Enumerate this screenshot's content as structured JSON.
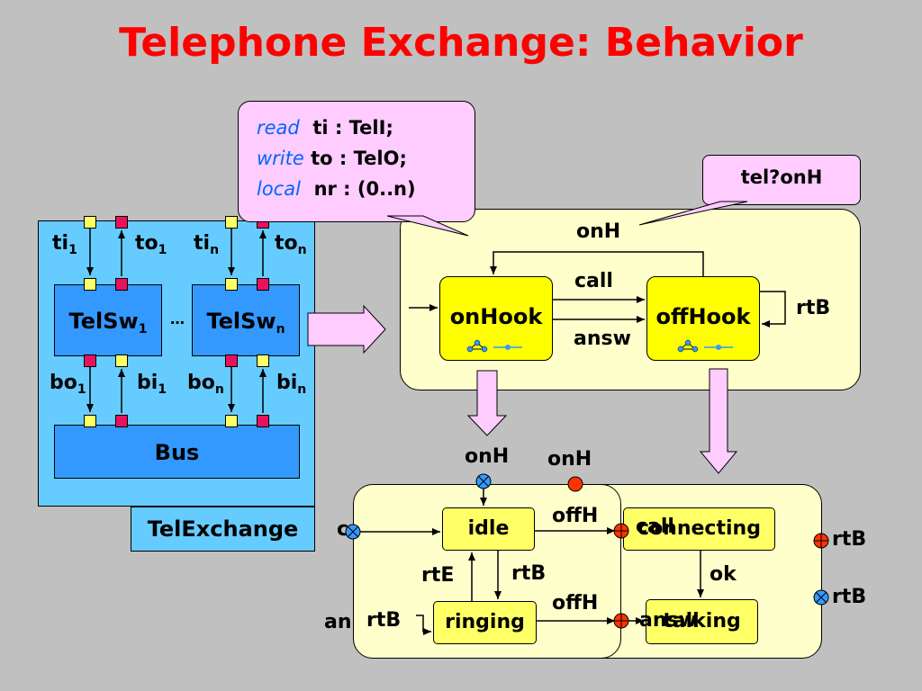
{
  "title": "Telephone Exchange: Behavior",
  "variables_callout": {
    "lines": [
      {
        "keyword": "read",
        "decl": "ti : TelI;"
      },
      {
        "keyword": "write",
        "decl": "to : TelO;"
      },
      {
        "keyword": "local",
        "decl": "nr : (0..n)"
      }
    ]
  },
  "trigger_callout": {
    "text": "tel?onH"
  },
  "structure": {
    "container_label": "TelExchange",
    "switch_1": {
      "name": "TelSw",
      "index": "1"
    },
    "switch_n": {
      "name": "TelSw",
      "index": "n"
    },
    "ellipsis": "…",
    "bus": "Bus",
    "ports": {
      "ti1": {
        "name": "ti",
        "index": "1"
      },
      "to1": {
        "name": "to",
        "index": "1"
      },
      "tin": {
        "name": "ti",
        "index": "n"
      },
      "ton": {
        "name": "to",
        "index": "n"
      },
      "bo1": {
        "name": "bo",
        "index": "1"
      },
      "bi1": {
        "name": "bi",
        "index": "1"
      },
      "bon": {
        "name": "bo",
        "index": "n"
      },
      "bin": {
        "name": "bi",
        "index": "n"
      }
    }
  },
  "upper_machine": {
    "states": [
      "onHook",
      "offHook"
    ],
    "transitions": {
      "top": "onH",
      "call": "call",
      "answ": "answ",
      "self": "rtB"
    }
  },
  "lower_machine": {
    "states": {
      "idle": "idle",
      "connecting": "connecting",
      "ringing": "ringing",
      "talking": "talking"
    },
    "labels": {
      "onH_left": "onH",
      "onH_right": "onH",
      "offH_top": "offH",
      "offH_bottom": "offH",
      "rtE": "rtE",
      "rtB_mid": "rtB",
      "rtB_left": "rtB",
      "ok": "ok",
      "rtB_right_top": "rtB",
      "rtB_right_bottom": "rtB",
      "an": "an",
      "call_overlap": "call",
      "answ_overlap": "answ",
      "c_left": "c"
    }
  },
  "colors": {
    "title": "#ff0000",
    "background": "#c0c0c0",
    "container": "#66ccff",
    "switch": "#3399ff",
    "state_fill": "#ffff00",
    "region_fill": "#ffffcc",
    "callout": "#ffccff",
    "keyword": "#0066ff",
    "port_yellow": "#ffff66",
    "port_red": "#e8115e",
    "exit_red": "#ff3300",
    "entry_blue": "#3399ff"
  }
}
